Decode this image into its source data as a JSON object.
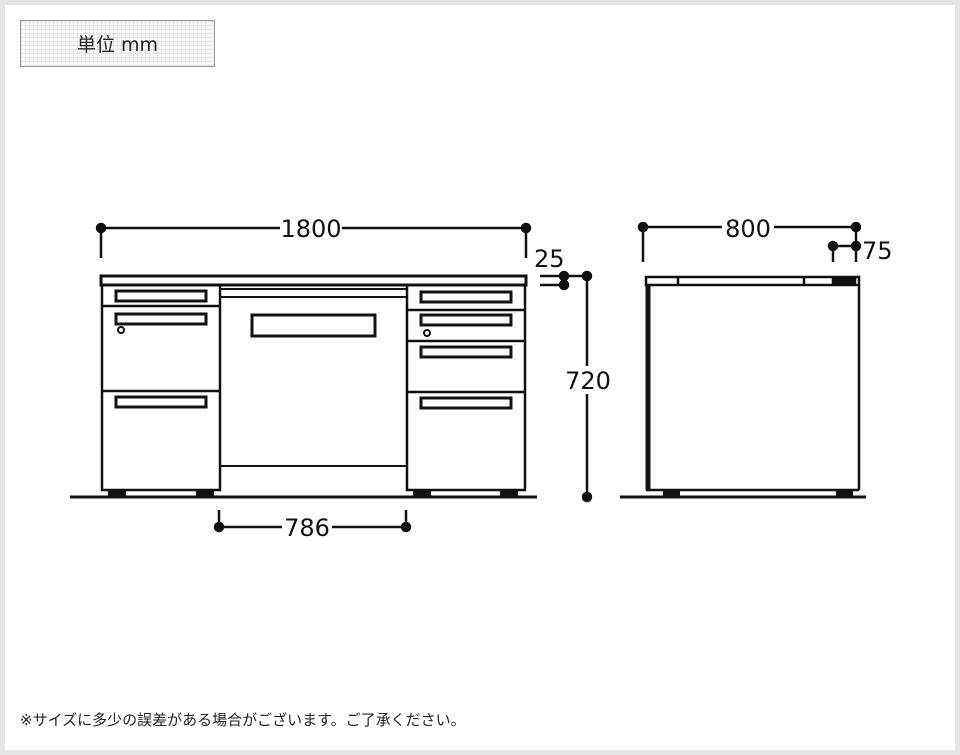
{
  "unit_label": "単位 mm",
  "dimensions": {
    "width": "1800",
    "top_thickness": "25",
    "height": "720",
    "knee_space": "786",
    "depth": "800",
    "top_overhang": "75"
  },
  "footnote": "※サイズに多少の誤差がある場合がございます。ご了承ください。"
}
